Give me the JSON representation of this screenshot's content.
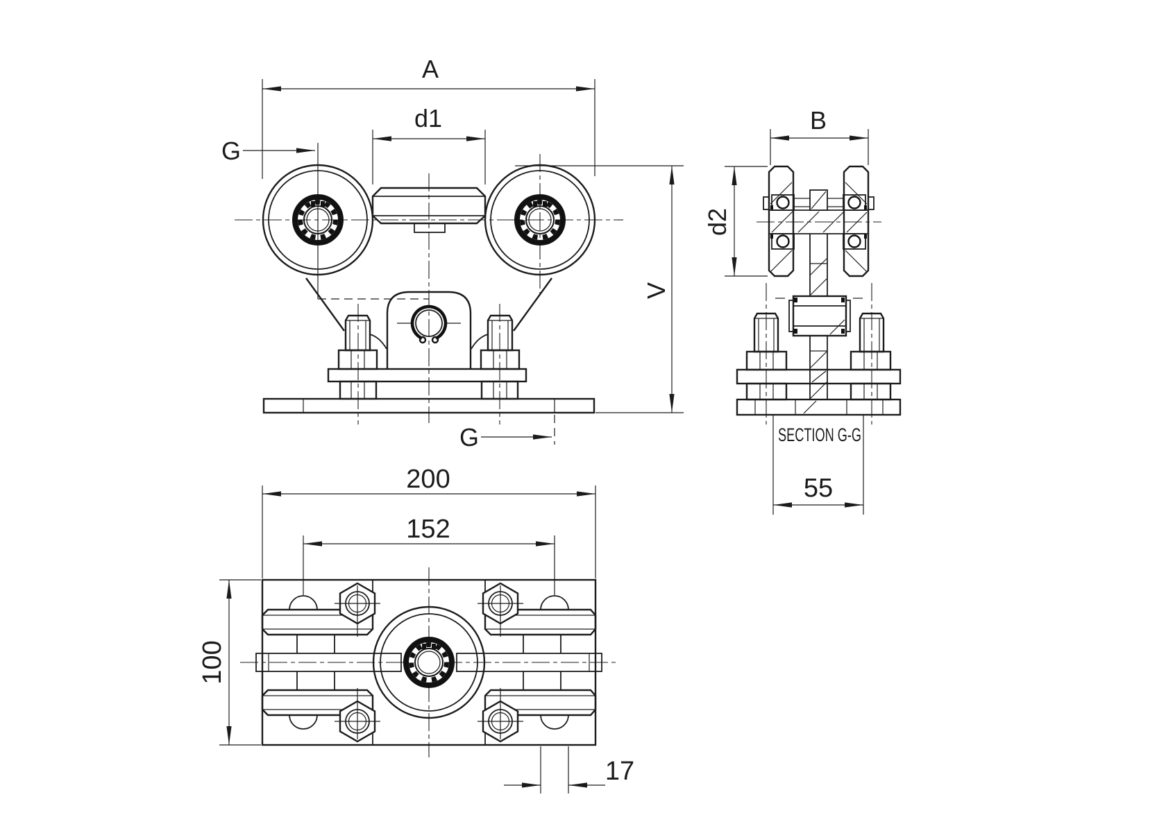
{
  "drawing": {
    "colors": {
      "line": "#1b1b1b",
      "background": "#ffffff"
    },
    "front": {
      "dim_a": "A",
      "dim_d1": "d1",
      "section_arrow_top": "G",
      "section_arrow_bottom": "G",
      "dim_v": "V"
    },
    "section": {
      "dim_b": "B",
      "dim_d2": "d2",
      "title": "SECTION G-G",
      "dim_width": "55"
    },
    "plan": {
      "dim_length": "200",
      "dim_hole_spacing": "152",
      "dim_width": "100",
      "dim_slot": "17"
    }
  }
}
